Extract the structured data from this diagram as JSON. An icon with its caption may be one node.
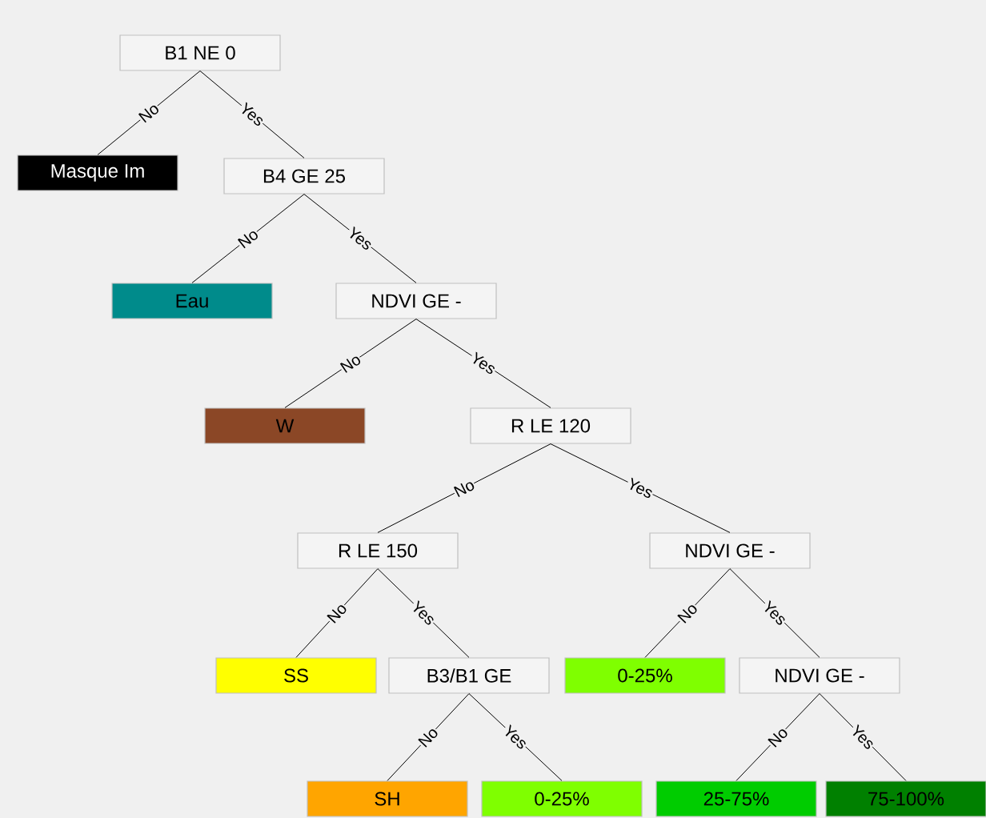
{
  "diagram": {
    "nodes": [
      {
        "text": [
          "B1 NE 0"
        ]
      },
      {
        "text": [
          "Masque Im"
        ]
      },
      {
        "text": [
          "B4 GE 25"
        ]
      },
      {
        "text": [
          "Eau"
        ]
      },
      {
        "text": [
          "NDVI GE -"
        ]
      },
      {
        "text": [
          "W"
        ]
      },
      {
        "text": [
          "R LE  120"
        ]
      },
      {
        "text": [
          "R LE 150"
        ]
      },
      {
        "text": [
          "NDVI GE -"
        ]
      },
      {
        "text": [
          "SS"
        ]
      },
      {
        "text": [
          "B3/B1 GE"
        ]
      },
      {
        "text": [
          "0-25%"
        ]
      },
      {
        "text": [
          "NDVI GE -"
        ]
      },
      {
        "text": [
          "SH"
        ]
      },
      {
        "text": [
          "0-25%"
        ]
      },
      {
        "text": [
          "25-75%"
        ]
      },
      {
        "text": [
          "75-100%"
        ]
      }
    ],
    "edges": [
      {
        "from": 0,
        "to": 1,
        "arrow": "none",
        "label": "No"
      },
      {
        "from": 0,
        "to": 2,
        "arrow": "none",
        "label": "Yes"
      },
      {
        "from": 2,
        "to": 3,
        "arrow": "none",
        "label": "No"
      },
      {
        "from": 2,
        "to": 4,
        "arrow": "none",
        "label": "Yes"
      },
      {
        "from": 4,
        "to": 5,
        "arrow": "none",
        "label": "No"
      },
      {
        "from": 4,
        "to": 6,
        "arrow": "none",
        "label": "Yes"
      },
      {
        "from": 6,
        "to": 7,
        "arrow": "none",
        "label": "No"
      },
      {
        "from": 6,
        "to": 8,
        "arrow": "none",
        "label": "Yes"
      },
      {
        "from": 7,
        "to": 9,
        "arrow": "none",
        "label": "No"
      },
      {
        "from": 7,
        "to": 10,
        "arrow": "none",
        "label": "Yes"
      },
      {
        "from": 8,
        "to": 11,
        "arrow": "none",
        "label": "No"
      },
      {
        "from": 8,
        "to": 12,
        "arrow": "none",
        "label": "Yes"
      },
      {
        "from": 10,
        "to": 13,
        "arrow": "none",
        "label": "No"
      },
      {
        "from": 10,
        "to": 14,
        "arrow": "none",
        "label": "Yes"
      },
      {
        "from": 12,
        "to": 15,
        "arrow": "none",
        "label": "No"
      },
      {
        "from": 12,
        "to": 16,
        "arrow": "none",
        "label": "Yes"
      }
    ]
  }
}
